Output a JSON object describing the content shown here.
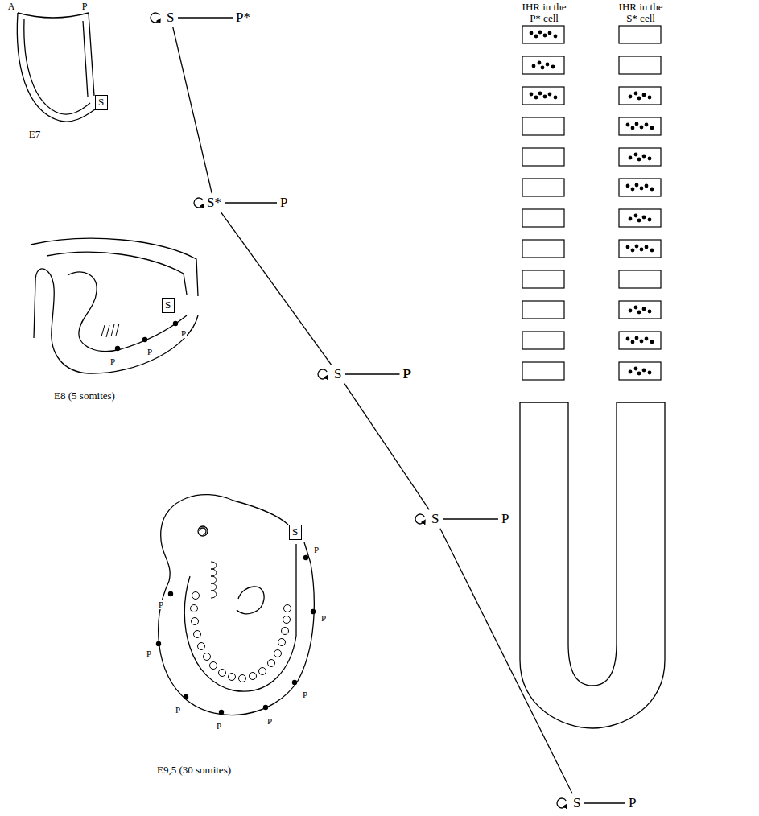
{
  "diagram": {
    "nodes": [
      {
        "text": [
          "S"
        ]
      },
      {
        "text": [
          "P*"
        ]
      },
      {
        "text": [
          "S*"
        ]
      },
      {
        "text": [
          "P"
        ]
      },
      {
        "text": [
          "S"
        ]
      },
      {
        "text": [
          "P"
        ]
      },
      {
        "text": [
          "S"
        ]
      },
      {
        "text": [
          "P"
        ]
      },
      {
        "text": [
          "S"
        ]
      },
      {
        "text": [
          "P"
        ]
      },
      {
        "text": [
          "S"
        ]
      },
      {
        "text": [
          "S"
        ]
      },
      {
        "text": [
          "S"
        ]
      }
    ],
    "edges": [
      {
        "from": 0,
        "to": 1,
        "arrow": "none"
      },
      {
        "from": 0,
        "to": 2,
        "arrow": "none"
      },
      {
        "from": 2,
        "to": 3,
        "arrow": "none"
      },
      {
        "from": 2,
        "to": 4,
        "arrow": "none"
      },
      {
        "from": 4,
        "to": 5,
        "arrow": "none"
      },
      {
        "from": 4,
        "to": 6,
        "arrow": "none"
      },
      {
        "from": 6,
        "to": 7,
        "arrow": "none"
      },
      {
        "from": 6,
        "to": 8,
        "arrow": "none"
      },
      {
        "from": 8,
        "to": 9,
        "arrow": "none"
      }
    ],
    "labels": [
      "A",
      "P",
      "E7",
      "P",
      "P",
      "P",
      "E8 (5 somites)",
      "P",
      "P",
      "P",
      "P",
      "P",
      "P",
      "P",
      "P",
      "E9,5 (30 somites)",
      "IHR in the P* cell",
      "IHR in the S* cell"
    ]
  }
}
